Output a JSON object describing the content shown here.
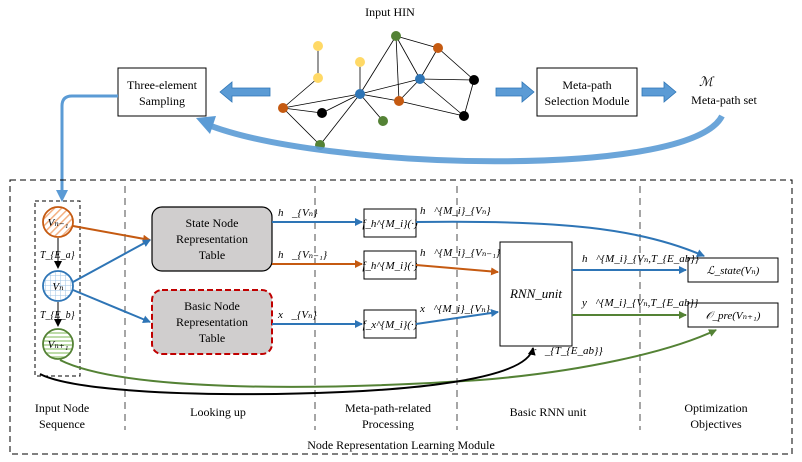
{
  "top": {
    "hin_title": "Input HIN",
    "sampling_label": [
      "Three-element",
      "Sampling"
    ],
    "selection_label": [
      "Meta-path",
      "Selection Module"
    ],
    "metapath_symbol": "ℳ",
    "metapath_set": "Meta-path set"
  },
  "module": {
    "title": "Node Representation Learning Module",
    "sections": {
      "input_seq": [
        "Input Node",
        "Sequence"
      ],
      "looking_up": [
        "Looking up"
      ],
      "metapath_processing": [
        "Meta-path-related",
        "Processing"
      ],
      "basic_rnn": [
        "Basic RNN unit"
      ],
      "optimization": [
        "Optimization",
        "Objectives"
      ]
    },
    "nodes": {
      "v_prev": "Vₙ₋₁",
      "v_curr": "Vₙ",
      "v_next": "Vₙ₊₁",
      "t_a": "T_{E_a}",
      "t_b": "T_{E_b}"
    },
    "tables": {
      "state": [
        "State Node",
        "Representation",
        "Table"
      ],
      "basic": [
        "Basic Node",
        "Representation",
        "Table"
      ]
    },
    "functions": {
      "fh1": "f_h^{M_i}(·)",
      "fh2": "f_h^{M_i}(·)",
      "fx": "f_x^{M_i}(·)"
    },
    "rnn": "RNN_unit",
    "objectives": {
      "state": "ℒ_state(Vₙ)",
      "pre": "𝒪_pre(Vₙ₊₁)"
    },
    "vectors": {
      "h_vn": "h⃗_{Vₙ}",
      "h_vn1": "h⃗_{Vₙ₋₁}",
      "x_vn": "x⃗_{Vₙ}",
      "hm_vn": "h⃗^{M_i}_{Vₙ}",
      "hm_vn1": "h⃗^{M_i}_{Vₙ₋₁}",
      "xm_vn": "x⃗^{M_i}_{Vₙ}",
      "h_out": "h⃗^{M_i}_{Vₙ,T_{E_ab}}",
      "y_out": "y⃗^{M_i}_{Vₙ,T_{E_ab}}",
      "r_t": "r⃗_{T_{E_ab}}"
    }
  },
  "colors": {
    "blue": "#2E75B6",
    "orange": "#C55A11",
    "green": "#548235",
    "yellow": "#FFD966",
    "red": "#C00000",
    "gray_fill": "#D0CECE"
  }
}
